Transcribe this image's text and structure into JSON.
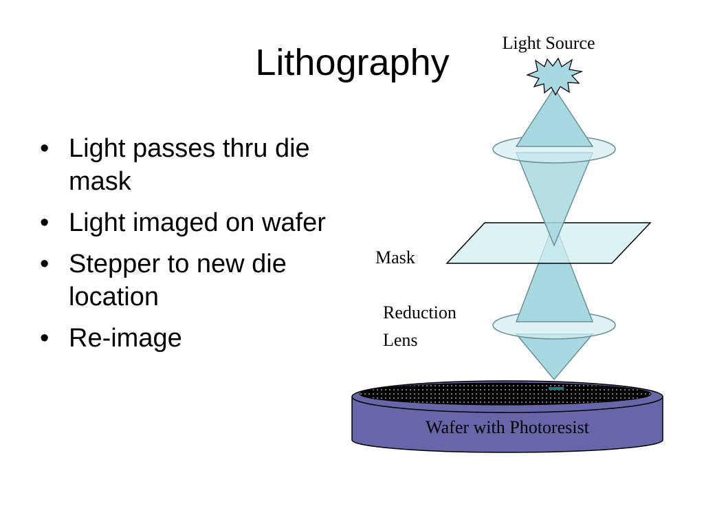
{
  "slide": {
    "title": "Lithography",
    "bullets": [
      "Light passes thru die mask",
      "Light imaged on wafer",
      "Stepper to new die location",
      "Re-image"
    ]
  },
  "diagram": {
    "light_source_label": "Light Source",
    "mask_label": "Mask",
    "reduction_lens_label_line1": "Reduction",
    "reduction_lens_label_line2": "Lens",
    "wafer_label": "Wafer with Photoresist",
    "colors": {
      "beam_fill": "#a8d8e0",
      "beam_stroke": "#6a8f96",
      "lens_fill": "#d2eef2",
      "mask_fill": "#d2eef2",
      "wafer_side": "#6666a8",
      "wafer_top": "#000000",
      "outline": "#000000"
    }
  }
}
